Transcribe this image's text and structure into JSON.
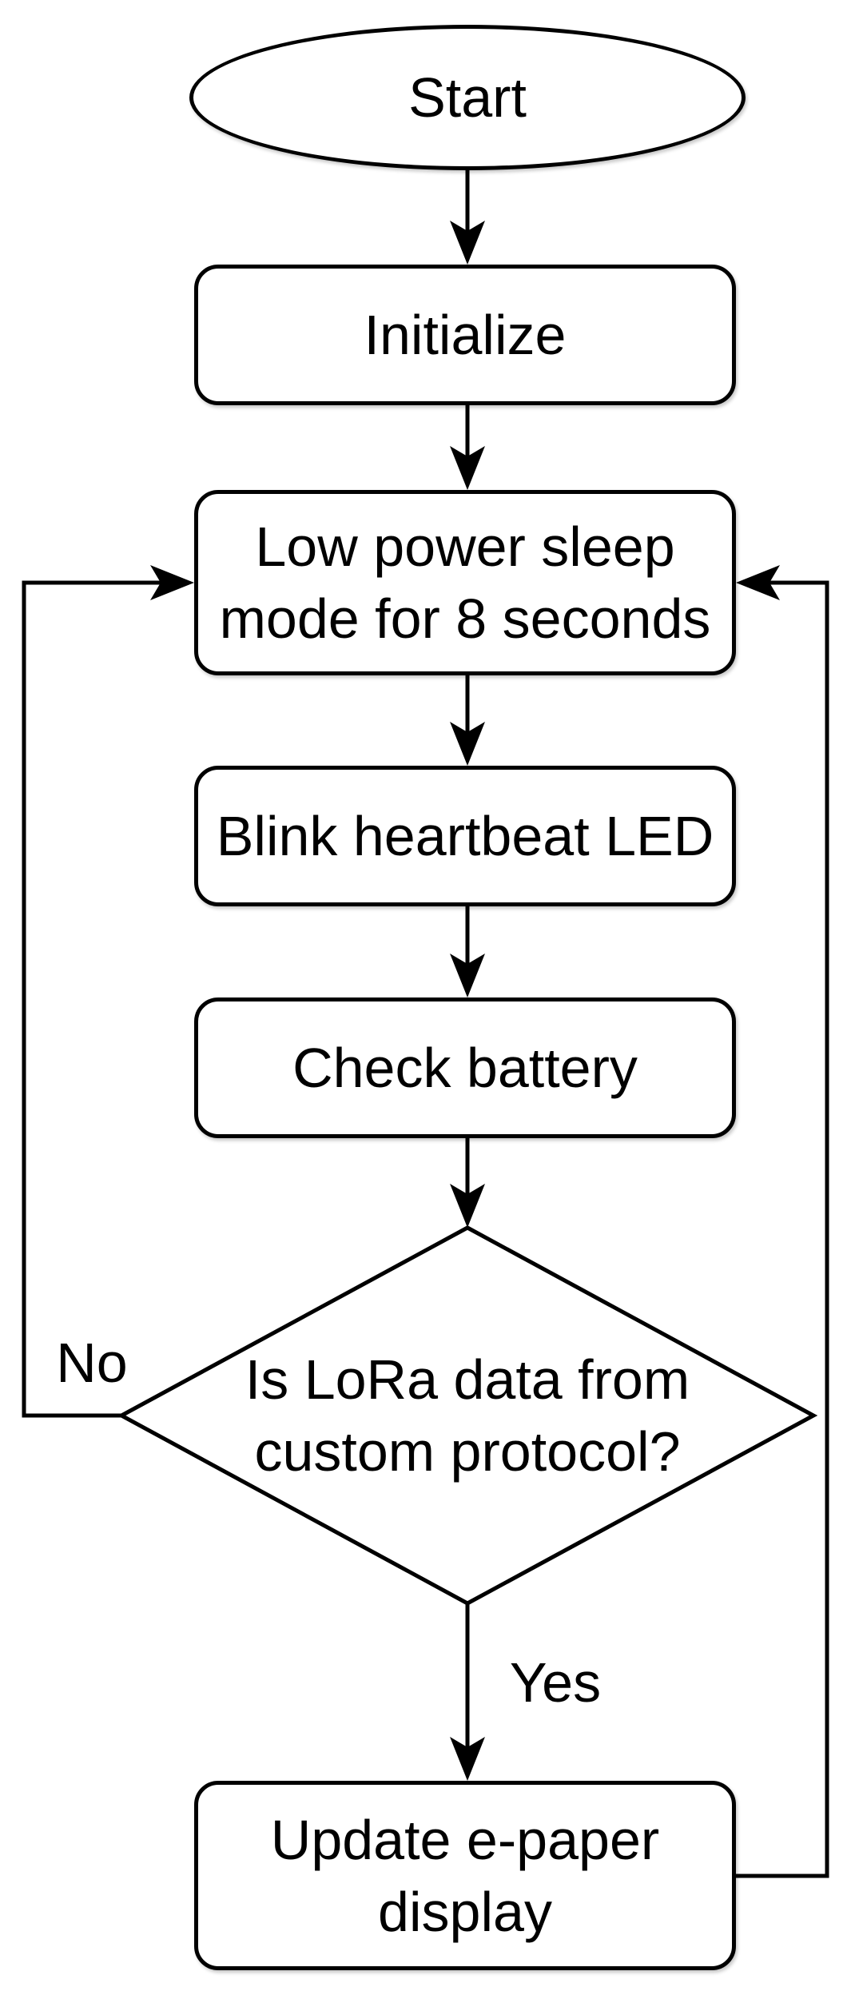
{
  "diagram": {
    "type": "flowchart",
    "nodes": {
      "start": {
        "shape": "terminator",
        "lines": [
          "Start"
        ]
      },
      "initialize": {
        "shape": "process",
        "lines": [
          "Initialize"
        ]
      },
      "low_power_sleep": {
        "shape": "process",
        "lines": [
          "Low power sleep",
          "mode for 8 seconds"
        ]
      },
      "blink_heartbeat": {
        "shape": "process",
        "lines": [
          "Blink heartbeat LED"
        ]
      },
      "check_battery": {
        "shape": "process",
        "lines": [
          "Check battery"
        ]
      },
      "lora_decision": {
        "shape": "decision",
        "lines": [
          "Is LoRa data from",
          "custom protocol?"
        ]
      },
      "update_display": {
        "shape": "process",
        "lines": [
          "Update e-paper",
          "display"
        ]
      }
    },
    "edge_labels": {
      "no": "No",
      "yes": "Yes"
    },
    "colors": {
      "stroke": "#000000",
      "node_fill": "#ffffff",
      "background": "#ffffff",
      "text": "#000000"
    }
  }
}
